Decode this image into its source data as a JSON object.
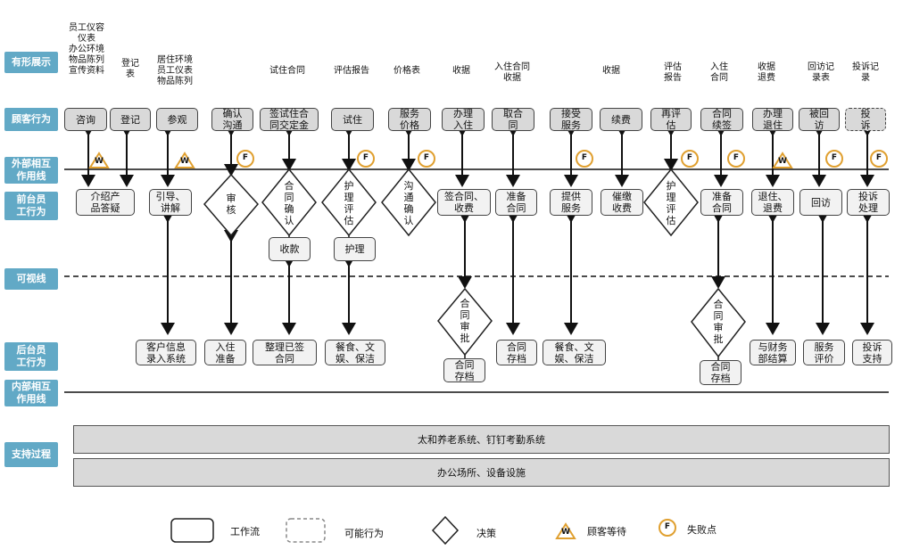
{
  "rows": {
    "evidence": "有形展示",
    "customer": "顾客行为",
    "ext_line": "外部相互\n作用线",
    "front": "前台员\n工行为",
    "visible": "可视线",
    "back": "后台员\n工行为",
    "int_line": "内部相互\n作用线",
    "support": "支持过程"
  },
  "evidence": [
    "员工仪容\n仪表\n办公环境\n物品陈列\n宣传资料",
    "登记\n表",
    "居住环境\n员工仪表\n物品陈列",
    "试住合同",
    "评估报告",
    "价格表",
    "收据",
    "入住合同\n收据",
    "收据",
    "评估\n报告",
    "入住\n合同",
    "收据\n退费",
    "回访记\n录表",
    "投诉记\n录"
  ],
  "customer": [
    "咨询",
    "登记",
    "参观",
    "确认\n沟通",
    "签试住合\n同交定金",
    "试住",
    "服务\n价格",
    "办理\n入住",
    "取合\n同",
    "接受\n服务",
    "续费",
    "再评\n估",
    "合同\n续签",
    "办理\n退住",
    "被回\n访",
    "投\n诉"
  ],
  "front": {
    "intro": "介绍产\n品答疑",
    "guide": "引导、\n讲解",
    "review": "审\n核",
    "confirm": "合\n同\n确\n认",
    "care_assess": "护\n理\n评\n估",
    "talk_confirm": "沟\n通\n确\n认",
    "sign": "签合同、\n收费",
    "prepare": "准备\n合同",
    "provide": "提供\n服务",
    "urge": "催缴\n收费",
    "care_assess2": "护\n理\n评\n估",
    "prepare2": "准备\n合同",
    "checkout": "退住、\n退费",
    "visit": "回访",
    "complaint": "投诉\n处理",
    "collect": "收款",
    "care": "护理"
  },
  "back": {
    "customer_info": "客户信息\n录入系统",
    "move_in": "入住\n准备",
    "organize": "整理已签\n合同",
    "meals1": "餐食、文\n娱、保洁",
    "approve1": "合\n同\n审\n批",
    "archive1": "合同\n存档",
    "archive2": "合同\n存档",
    "meals2": "餐食、文\n娱、保洁",
    "approve2": "合\n同\n审\n批",
    "archive3": "合同\n存档",
    "finance": "与财务\n部结算",
    "service_eval": "服务\n评价",
    "complaint_support": "投诉\n支持"
  },
  "support": {
    "systems": "太和养老系统、钉钉考勤系统",
    "facilities": "办公场所、设备设施"
  },
  "markers": {
    "wait": "W",
    "fail": "F"
  },
  "legend": {
    "workflow": "工作流",
    "possible": "可能行为",
    "decision": "决策",
    "wait": "顾客等待",
    "fail": "失败点"
  },
  "colors": {
    "row_label": "#62a9c6",
    "fail_ring": "#e0a030",
    "box": "#d9d9d9"
  }
}
